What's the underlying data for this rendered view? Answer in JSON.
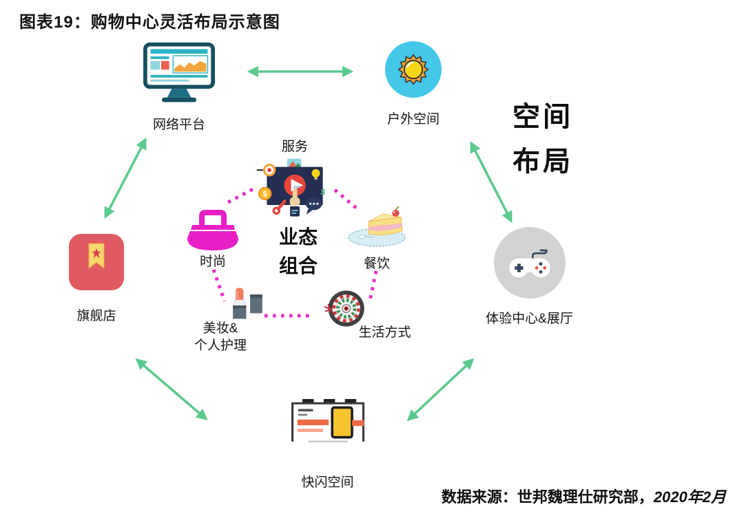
{
  "title": "图表19：购物中心灵活布局示意图",
  "space_layout": {
    "line1": "空间",
    "line2": "布局"
  },
  "center": {
    "line1": "业态",
    "line2": "组合"
  },
  "outer_nodes": {
    "online_platform": "网络平台",
    "outdoor_space": "户外空间",
    "experience_center": "体验中心&展厅",
    "popup_space": "快闪空间",
    "flagship_store": "旗舰店"
  },
  "inner_nodes": {
    "service": "服务",
    "food_beverage": "餐饮",
    "lifestyle": "生活方式",
    "beauty_line1": "美妆&",
    "beauty_line2": "个人护理",
    "fashion": "时尚"
  },
  "source": {
    "prefix": "数据来源：世邦魏理仕研究部，",
    "date": "2020年2月"
  },
  "colors": {
    "arrow_green": "#5CC98E",
    "dotted_magenta": "#E62EC5",
    "fashion_magenta": "#E81FC5",
    "outdoor_circle_blue": "#45C7EA",
    "experience_circle_gray": "#D2D2D2",
    "flagship_red": "#E05A62"
  }
}
